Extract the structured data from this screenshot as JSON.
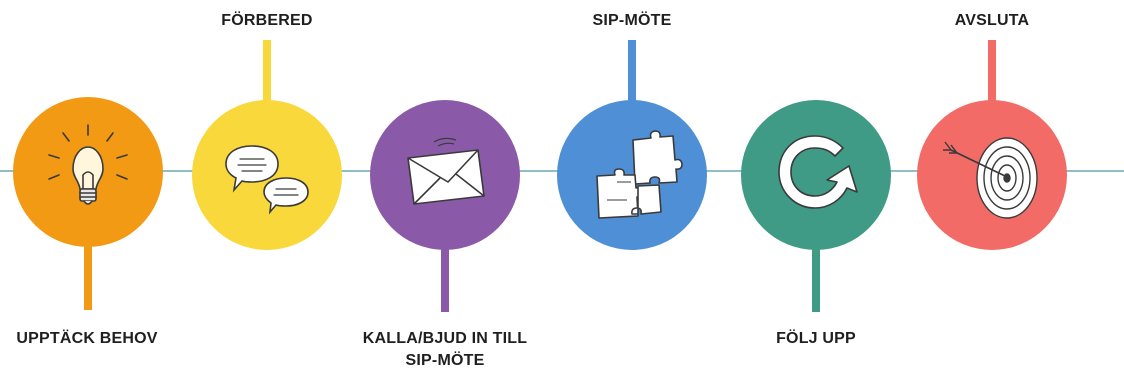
{
  "steps": [
    {
      "id": "upptack",
      "label": "UPPTÄCK BEHOV",
      "color": "#f29a13",
      "icon": "lightbulb-icon",
      "label_position": "bottom"
    },
    {
      "id": "forbered",
      "label": "FÖRBERED",
      "color": "#f8d83a",
      "icon": "speech-bubbles-icon",
      "label_position": "top"
    },
    {
      "id": "kalla",
      "label_line1": "KALLA/BJUD IN TILL",
      "label_line2": "SIP-MÖTE",
      "color": "#8a5aa8",
      "icon": "envelope-icon",
      "label_position": "bottom"
    },
    {
      "id": "sip",
      "label": "SIP-MÖTE",
      "color": "#4e8fd6",
      "icon": "puzzle-icon",
      "label_position": "top"
    },
    {
      "id": "folj",
      "label": "FÖLJ UPP",
      "color": "#3f9a86",
      "icon": "cycle-arrow-icon",
      "label_position": "bottom"
    },
    {
      "id": "avsluta",
      "label": "AVSLUTA",
      "color": "#f26b66",
      "icon": "target-icon",
      "label_position": "top"
    }
  ],
  "timeline_color": "#8fbfc6"
}
